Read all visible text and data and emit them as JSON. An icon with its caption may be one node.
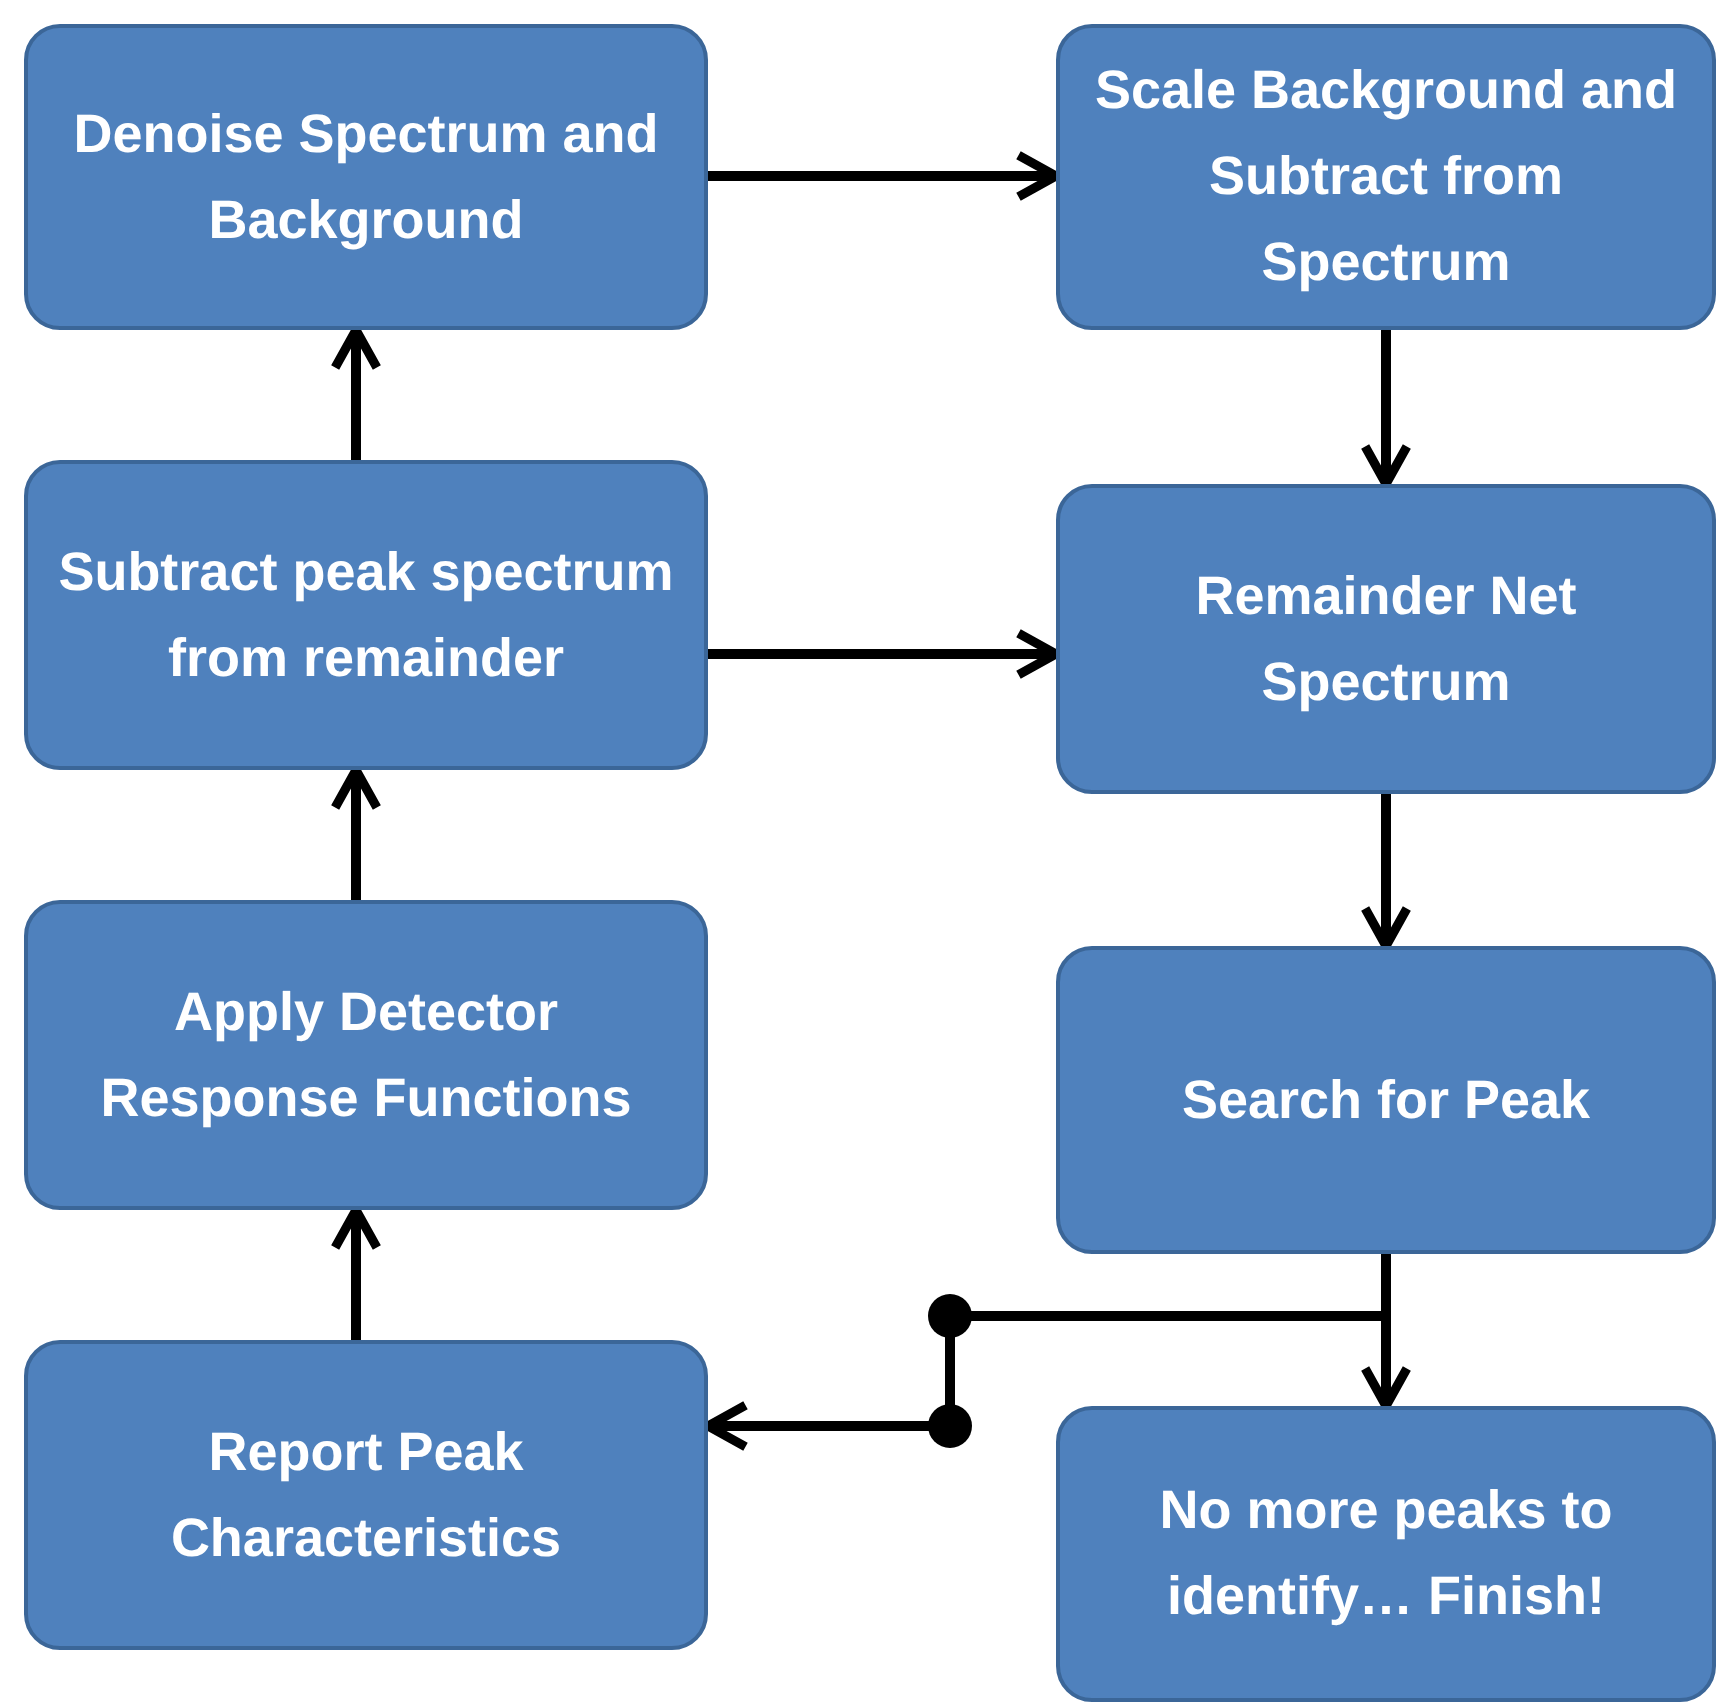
{
  "diagram": {
    "nodes": [
      {
        "text": [
          "Denoise Spectrum and Background"
        ]
      },
      {
        "text": [
          "Scale Background and Subtract from Spectrum"
        ]
      },
      {
        "text": [
          "Subtract peak spectrum from remainder"
        ]
      },
      {
        "text": [
          "Remainder Net Spectrum"
        ]
      },
      {
        "text": [
          "Apply Detector Response Functions"
        ]
      },
      {
        "text": [
          "Search for Peak"
        ]
      },
      {
        "text": [
          "Report Peak Characteristics"
        ]
      },
      {
        "text": [
          "No more peaks to identify… Finish!"
        ]
      }
    ],
    "edges": [
      {
        "from": 0,
        "to": 1,
        "arrow": "to"
      },
      {
        "from": 1,
        "to": 3,
        "arrow": "to"
      },
      {
        "from": 2,
        "to": 0,
        "arrow": "to"
      },
      {
        "from": 2,
        "to": 3,
        "arrow": "to"
      },
      {
        "from": 3,
        "to": 5,
        "arrow": "to"
      },
      {
        "from": 4,
        "to": 2,
        "arrow": "to"
      },
      {
        "from": 5,
        "to": 7,
        "arrow": "to"
      },
      {
        "from": 5,
        "to": 6,
        "arrow": "to"
      },
      {
        "from": 6,
        "to": 4,
        "arrow": "to"
      }
    ]
  }
}
